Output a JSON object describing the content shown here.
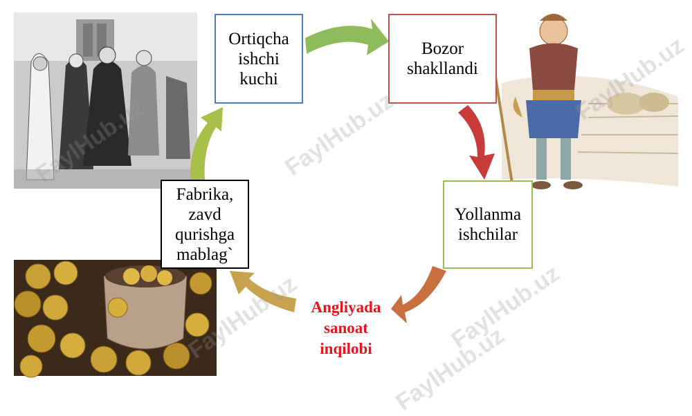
{
  "diagram": {
    "nodes": {
      "surplus": "Ortiqcha\nishchi\nkuchi",
      "market": "Bozor\nshakllandi",
      "hired": "Yollanma\nishchilar",
      "factory": "Fabrika,\nzavd\nqurishga\nmablag`"
    },
    "center": "Angliyada\nsanoat\ninqilobi"
  },
  "watermark": "FaylHub.uz",
  "colors": {
    "arrow_top": "#8fbc5a",
    "arrow_right": "#c73b3b",
    "arrow_bottom_right": "#c8703e",
    "arrow_bottom_left": "#c8a24e",
    "arrow_left": "#a8bf4a",
    "center_text": "#e8141b"
  }
}
